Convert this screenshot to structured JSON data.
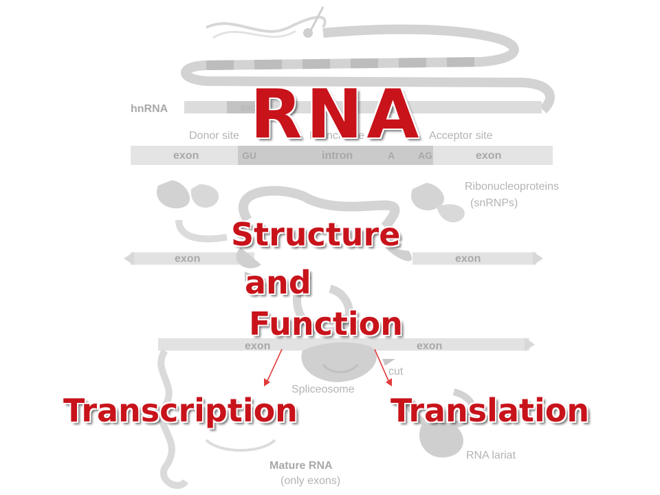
{
  "slide": {
    "title": "RNA",
    "subtitle_line1": "Structure",
    "subtitle_line2": "and",
    "subtitle_line3": "Function",
    "left_branch": "Transcription",
    "right_branch": "Translation"
  },
  "diagram": {
    "hnrna_label": "hnRNA",
    "exon_label": "exon",
    "donor_site": "Donor site",
    "branch_site": "Branch site",
    "acceptor_site": "Acceptor site",
    "intron_label": "intron",
    "gu_label": "GU",
    "a_label": "A",
    "ag_label": "AG",
    "ribonucleoproteins": "Ribonucleoproteins",
    "snrnps": "(snRNPs)",
    "cut_label": "cut",
    "spliceosome": "Spliceosome",
    "rna_lariat": "RNA lariat",
    "mature_rna": "Mature RNA",
    "only_exons": "(only exons)"
  },
  "colors": {
    "title_red": "#c8131b",
    "arrow_red": "#e23a3a",
    "diagram_gray": "#c9c9c9"
  }
}
